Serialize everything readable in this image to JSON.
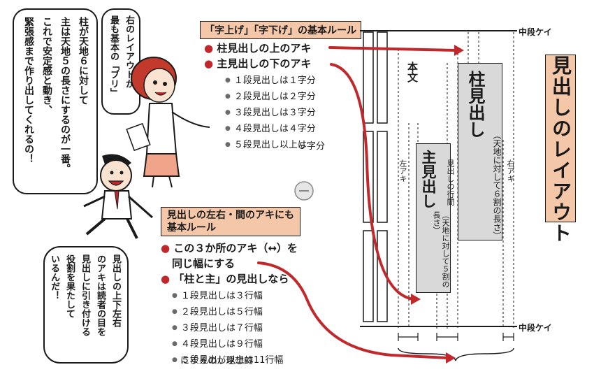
{
  "title": "見出しのレイアウト",
  "bubble_top_left": [
    "柱が天地６に対して",
    "主は天地５の長さにするのが一番。",
    "これで安定感と動き、",
    "緊張感まで作り出してくれるの！"
  ],
  "bubble_woman": [
    "右のレイアウトが",
    "最も基本の「ブリ」"
  ],
  "bubble_bottom_left": [
    "見出しの上下左右",
    "のアキは読者の目を",
    "見出しに引き付ける",
    "役割を果たして",
    "いるんだ！"
  ],
  "rule1": {
    "heading": "「字上げ」「字下げ」の基本ルール",
    "items": [
      "柱見出しの上のアキ",
      "主見出しの下のアキ"
    ],
    "sub": [
      "１段見出しは１字分",
      "２段見出しは２字分",
      "３段見出しは３字分",
      "４段見出しは４字分",
      "５段見出し以上は",
      "５字分"
    ]
  },
  "rule2": {
    "heading": [
      "見出しの左右・間のアキにも",
      "基本ルール"
    ],
    "items": [
      "この３か所のアキ（↔）を",
      "同じ幅にする",
      "「柱と主」の見出しなら"
    ],
    "sub": [
      "１段見出しは３行幅",
      "２段見出しは５行幅",
      "３段見出しは７行幅",
      "４段見出しは９行幅",
      "５段見出し以上は11行幅",
      "にするのが理想的"
    ]
  },
  "diagram": {
    "chudan_top": "中段ケイ",
    "chudan_bottom": "中段ケイ",
    "honbun": "本文",
    "hashira": "柱見出し",
    "hashira_note": "（天地に対して６割の長さ）",
    "shu": "主見出し",
    "shu_note": "（天地に対して５割の長さ）",
    "left_aki": "左アキ",
    "right_aki": "右アキ",
    "gyokan": "見出しの行間"
  },
  "colors": {
    "accent_red": "#c0282b",
    "tag_peach": "#f4c7a9",
    "box_gray": "#d9d9d9"
  }
}
